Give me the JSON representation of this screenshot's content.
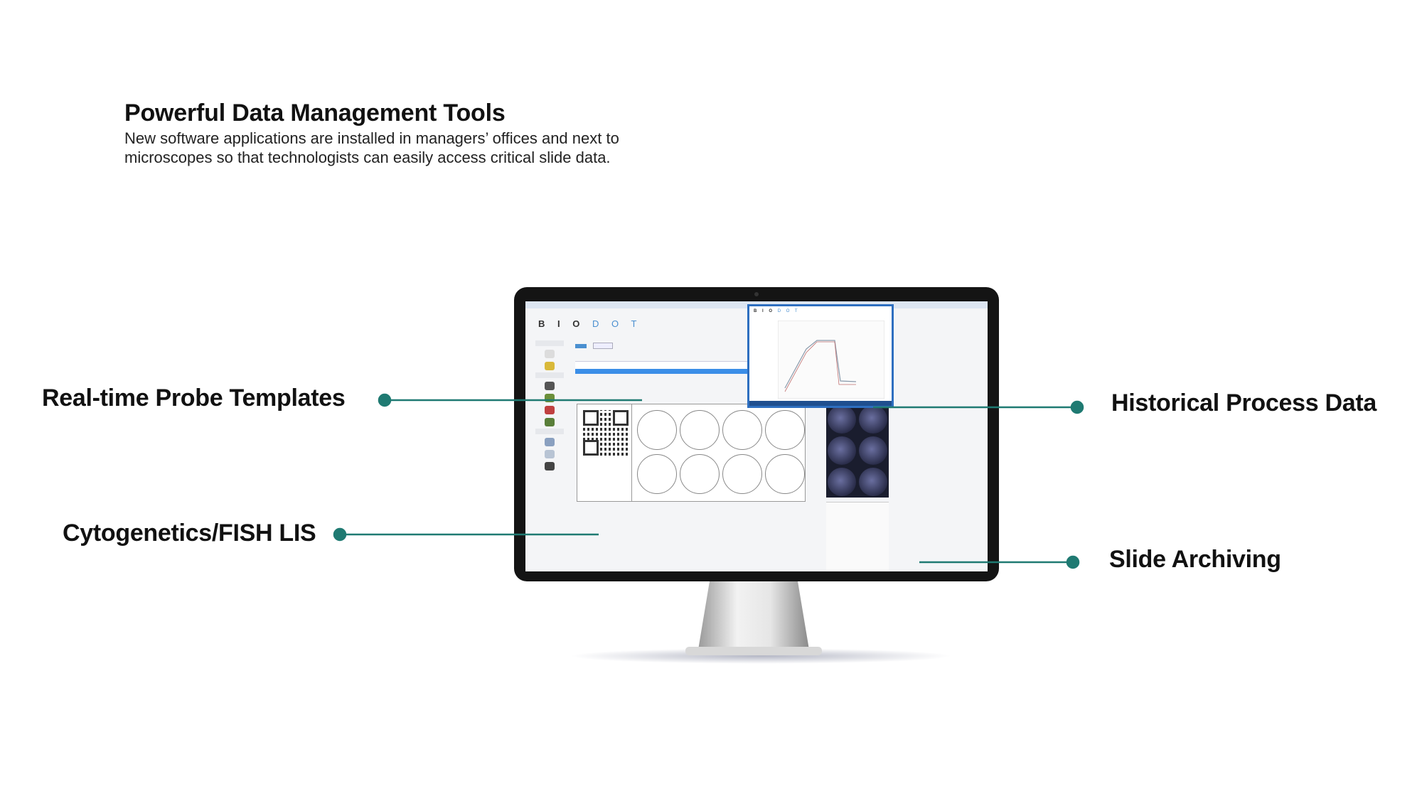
{
  "header": {
    "title": "Powerful Data Management Tools",
    "subtitle_line1": "New software applications are installed in managers’ offices and next to",
    "subtitle_line2": "microscopes so that technologists can easily access critical slide data."
  },
  "callouts": {
    "probe_templates": "Real-time Probe Templates",
    "fish_lis": "Cytogenetics/FISH LIS",
    "historical_data": "Historical Process Data",
    "slide_archiving": "Slide Archiving"
  },
  "colors": {
    "accent": "#1f7a72",
    "window_border": "#2e6fc0",
    "selected_row": "#3b8ee8"
  },
  "app": {
    "logo_part1": "B I O",
    "logo_part2": "D O T"
  }
}
